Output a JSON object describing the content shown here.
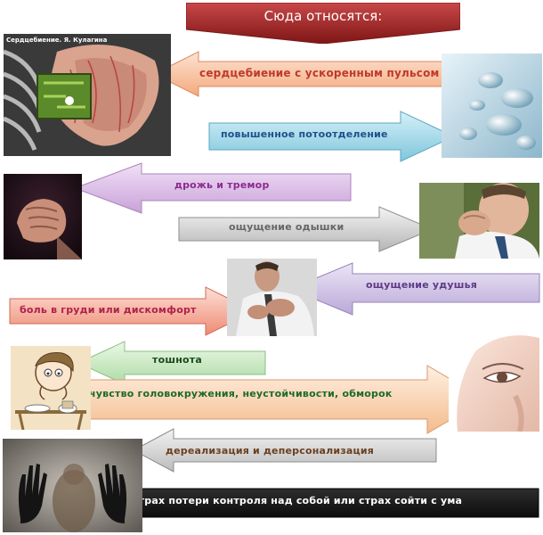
{
  "header": {
    "title": "Сюда относятся:",
    "color": "#b22a2a"
  },
  "heart_image": {
    "caption": "Сердцебиение. Я. Кулагина"
  },
  "symptoms": [
    {
      "id": "palpitations",
      "label": "сердцебиение с ускоренным пульсом",
      "color": "#c0392b",
      "arrow_color": "#f5a97a",
      "direction": "left"
    },
    {
      "id": "sweating",
      "label": "повышенное потоотделение",
      "color": "#1f4f8b",
      "arrow_color": "#8ed3e6",
      "direction": "right"
    },
    {
      "id": "tremor",
      "label": "дрожь и тремор",
      "color": "#8e2a8e",
      "arrow_color": "#d2a8e0",
      "direction": "left"
    },
    {
      "id": "dyspnea",
      "label": "ощущение одышки",
      "color": "#666666",
      "arrow_color": "#bdbdbd",
      "direction": "right"
    },
    {
      "id": "suffocation",
      "label": "ощущение удушья",
      "color": "#5d3a86",
      "arrow_color": "#c6b6e0",
      "direction": "left"
    },
    {
      "id": "chest_pain",
      "label": "боль в груди или дискомфорт",
      "color": "#b0204a",
      "arrow_color": "#f29a84",
      "direction": "right"
    },
    {
      "id": "nausea",
      "label": "тошнота",
      "color": "#1c4a1c",
      "arrow_color": "#b6e3b0",
      "direction": "left"
    },
    {
      "id": "dizziness",
      "label": "чувство головокружения, неустойчивости, обморок",
      "color": "#1a6b2a",
      "arrow_color": "#f6c497",
      "direction": "right"
    },
    {
      "id": "derealization",
      "label": "дереализация и деперсонализация",
      "color": "#6b4020",
      "arrow_color": "#c2c2c2",
      "direction": "left"
    },
    {
      "id": "fear",
      "label": "страх потери контроля над собой или страх сойти с ума",
      "color": "#ffffff",
      "arrow_color": "#111111",
      "direction": "right"
    }
  ]
}
